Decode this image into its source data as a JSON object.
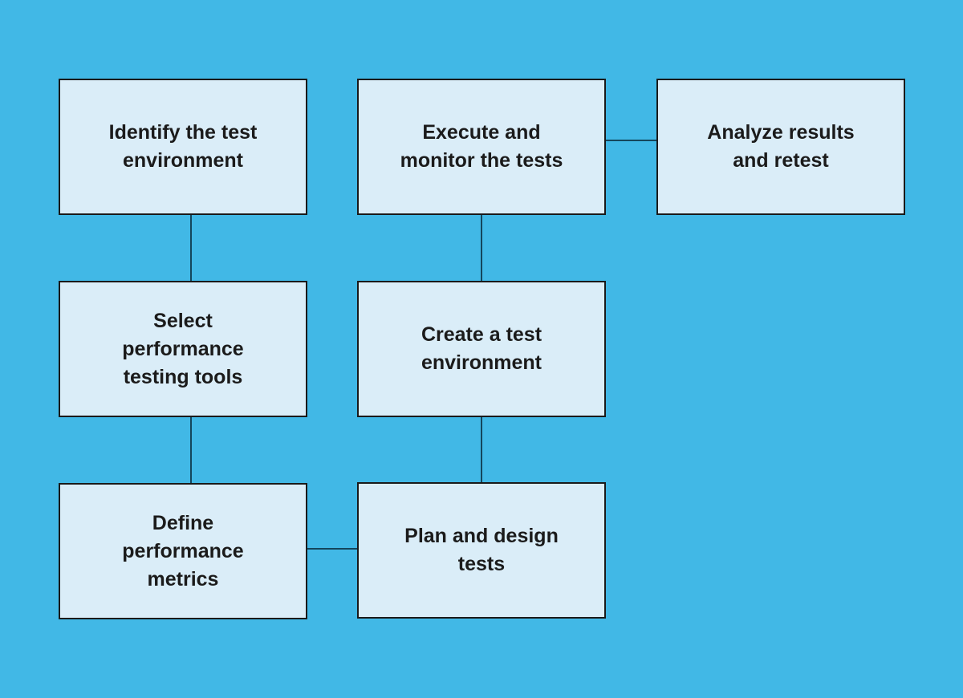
{
  "colors": {
    "background": "#41b8e6",
    "node_fill": "#daedf8",
    "node_border": "#1a1a1a",
    "connector": "#14465c",
    "text": "#1b1b1b"
  },
  "diagram": {
    "type": "flowchart",
    "nodes": [
      {
        "id": "identify-test-environment",
        "label": "Identify the test\nenvironment"
      },
      {
        "id": "execute-monitor-tests",
        "label": "Execute and\nmonitor the tests"
      },
      {
        "id": "analyze-results-retest",
        "label": "Analyze results\nand retest"
      },
      {
        "id": "select-performance-testing-tools",
        "label": "Select\nperformance\ntesting tools"
      },
      {
        "id": "create-test-environment",
        "label": "Create a test\nenvironment"
      },
      {
        "id": "define-performance-metrics",
        "label": "Define\nperformance\nmetrics"
      },
      {
        "id": "plan-design-tests",
        "label": "Plan and design\ntests"
      }
    ],
    "connections": [
      {
        "from": "identify-test-environment",
        "to": "select-performance-testing-tools",
        "orientation": "vertical"
      },
      {
        "from": "select-performance-testing-tools",
        "to": "define-performance-metrics",
        "orientation": "vertical"
      },
      {
        "from": "define-performance-metrics",
        "to": "plan-design-tests",
        "orientation": "horizontal"
      },
      {
        "from": "plan-design-tests",
        "to": "create-test-environment",
        "orientation": "vertical"
      },
      {
        "from": "create-test-environment",
        "to": "execute-monitor-tests",
        "orientation": "vertical"
      },
      {
        "from": "execute-monitor-tests",
        "to": "analyze-results-retest",
        "orientation": "horizontal"
      }
    ]
  }
}
